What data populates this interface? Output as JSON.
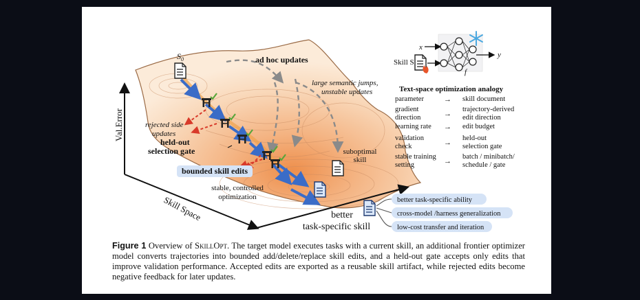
{
  "figure": {
    "axes": {
      "y_label": "Val.Error",
      "x_label": "Skill Space"
    },
    "start_label": "S",
    "start_subscript": "0",
    "ad_hoc_label": "ad hoc updates",
    "jumps_label_1": "large semantic jumps,",
    "jumps_label_2": "unstable updates",
    "rejected_label_1": "rejected side",
    "rejected_label_2": "updates",
    "gate_label_1": "held-out",
    "gate_label_2": "selection gate",
    "bounded_label": "bounded skill edits",
    "stable_label_1": "stable, controlled",
    "stable_label_2": "optimization",
    "suboptimal_label_1": "suboptimal",
    "suboptimal_label_2": "skill",
    "better_label_1": "better",
    "better_label_2": "task-specific skill",
    "network": {
      "x_label": "x",
      "y_label": "y",
      "f_label": "f",
      "skill_label": "Skill S"
    },
    "analogy": {
      "title": "Text-space optimization analogy",
      "arrow": "→",
      "rows": [
        {
          "left": [
            "parameter"
          ],
          "right": [
            "skill document"
          ]
        },
        {
          "left": [
            "gradient",
            "direction"
          ],
          "right": [
            "trajectory-derived",
            "edit direction"
          ]
        },
        {
          "left": [
            "learning rate"
          ],
          "right": [
            "edit budget"
          ]
        },
        {
          "left": [
            "validation",
            "check"
          ],
          "right": [
            "held-out",
            "selection gate"
          ]
        },
        {
          "left": [
            "stable training",
            "setting"
          ],
          "right": [
            "batch / minibatch/",
            "schedule / gate"
          ]
        }
      ]
    },
    "benefits": [
      "better task-specific ability",
      "cross-model /harness generalization",
      "low-cost transfer and iteration"
    ]
  },
  "caption": {
    "label": "Figure 1",
    "name": "SkillOpt",
    "text_1": "Overview of",
    "text_2": ". The target model executes tasks with a current skill, an additional frontier optimizer model converts trajectories into bounded add/delete/replace skill edits, and a held-out gate accepts only edits that improve validation performance. Accepted edits are exported as a reusable skill artifact, while rejected edits become negative feedback for later updates."
  },
  "colors": {
    "blue_path": "#3b6cc7",
    "red_dashed": "#d83a2a",
    "surface_light": "#fbe6cf",
    "surface_dark": "#f2a56c",
    "pill_bg": "#d5e3f6",
    "check_green": "#5aa53a"
  }
}
